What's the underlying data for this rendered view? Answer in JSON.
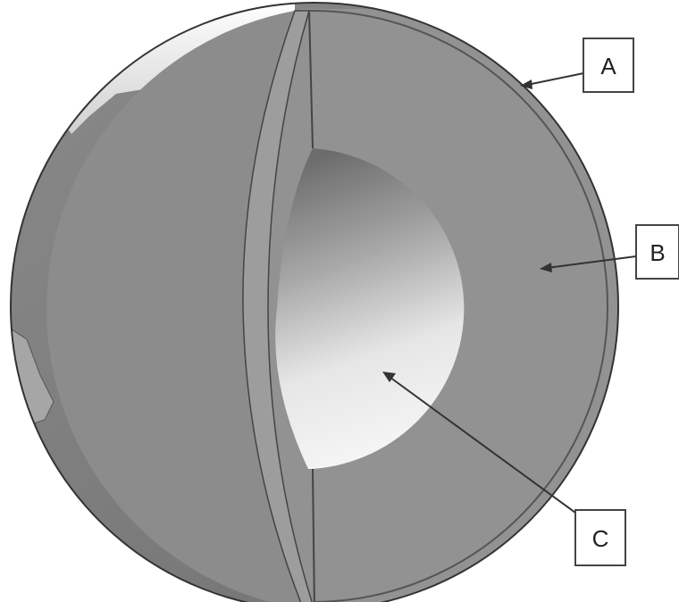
{
  "labels": {
    "a": "A",
    "b": "B",
    "c": "C"
  },
  "colors": {
    "ocean": "#7d7d7d",
    "land": "#a8a8a8",
    "mantle": "#909090",
    "crust_edge": "#858585",
    "core_dark": "#6e6e6e",
    "core_light": "#f4f4f4",
    "outline": "#333333",
    "label_border": "#444444"
  }
}
